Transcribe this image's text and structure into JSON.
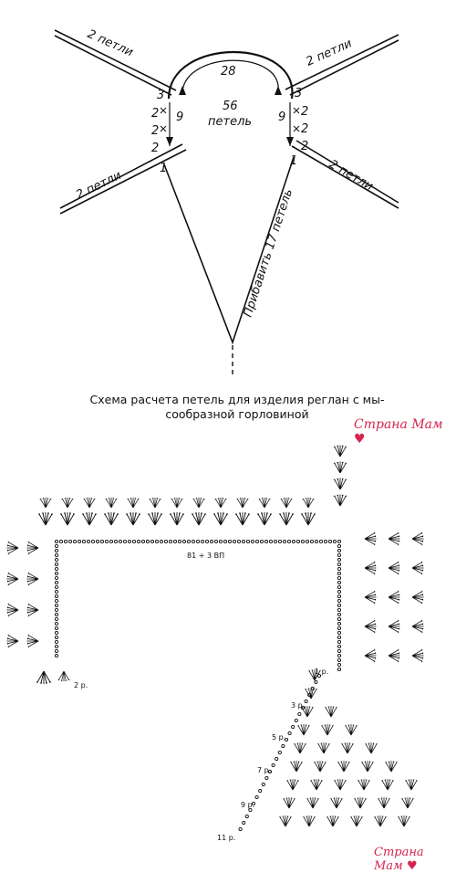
{
  "top_diagram": {
    "band_labels": [
      "2 петли",
      "2 петли",
      "2 петли",
      "2 петли"
    ],
    "arc_count": "28",
    "center_count": "56",
    "center_unit": "петель",
    "side_count_left": "9",
    "side_count_right": "9",
    "left_marks": [
      "3",
      "2",
      "2",
      "2",
      "1"
    ],
    "right_marks": [
      "3",
      "2",
      "2",
      "2",
      "1"
    ],
    "increase_label": "Прибавить 17 петель"
  },
  "caption": {
    "line1": "Схема расчета петель для изделия реглан с мы-",
    "line2": "сообразной горловиной"
  },
  "watermarks": [
    "Страна Мам",
    "Страна Мам"
  ],
  "crochet_chart": {
    "chain_label": "81 + 3 ВП",
    "row_labels": [
      "2 р.",
      "1 р.",
      "3 р.",
      "5 р.",
      "7 р.",
      "9 р.",
      "11 р."
    ]
  },
  "colors": {
    "ink": "#111111",
    "watermark": "#d6244f"
  }
}
